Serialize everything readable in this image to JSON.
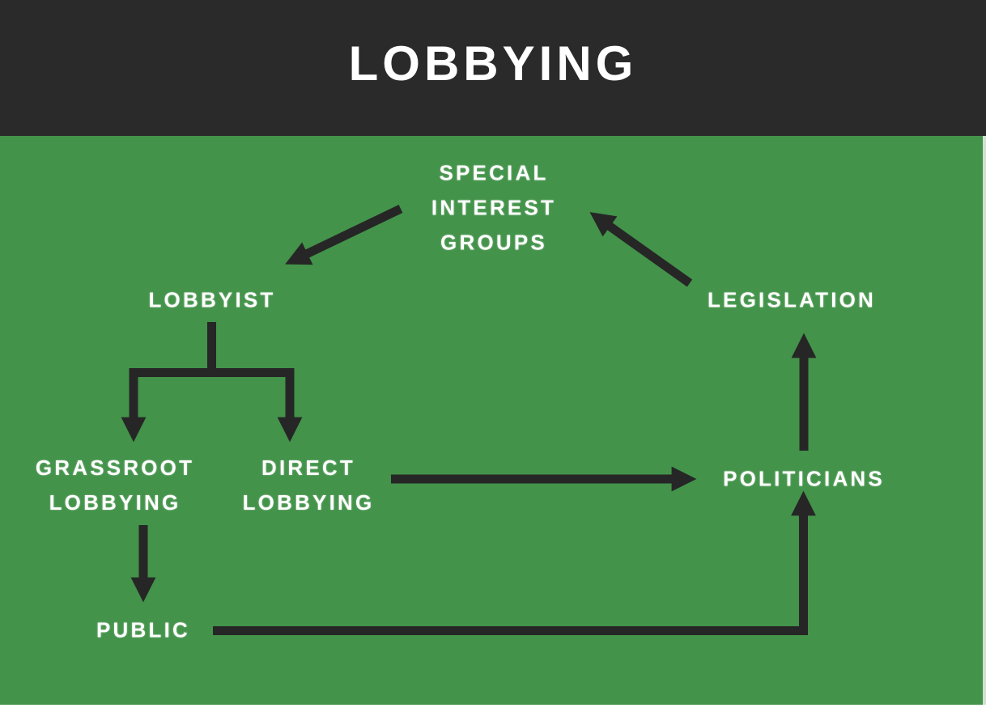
{
  "header": {
    "title": "LOBBYING"
  },
  "colors": {
    "header_bg": "#2a2a2a",
    "canvas_bg": "#43934a",
    "arrow": "#262626",
    "text": "#ffffff",
    "right_edge_strip": "#cfe2d1",
    "page_bg": "#ffffff"
  },
  "diagram": {
    "nodes": {
      "special_interest_groups": {
        "lines": [
          "SPECIAL",
          "INTEREST",
          "GROUPS"
        ]
      },
      "lobbyist": {
        "lines": [
          "LOBBYIST"
        ]
      },
      "legislation": {
        "lines": [
          "LEGISLATION"
        ]
      },
      "grassroot_lobbying": {
        "lines": [
          "GRASSROOT",
          "LOBBYING"
        ]
      },
      "direct_lobbying": {
        "lines": [
          "DIRECT",
          "LOBBYING"
        ]
      },
      "politicians": {
        "lines": [
          "POLITICIANS"
        ]
      },
      "public": {
        "lines": [
          "PUBLIC"
        ]
      }
    },
    "edges": [
      {
        "from": "special-interest-groups",
        "to": "lobbyist"
      },
      {
        "from": "lobbyist",
        "to": "grassroot-lobbying"
      },
      {
        "from": "lobbyist",
        "to": "direct-lobbying"
      },
      {
        "from": "grassroot-lobbying",
        "to": "public"
      },
      {
        "from": "direct-lobbying",
        "to": "politicians"
      },
      {
        "from": "public",
        "to": "politicians"
      },
      {
        "from": "politicians",
        "to": "legislation"
      },
      {
        "from": "legislation",
        "to": "special-interest-groups"
      }
    ]
  }
}
